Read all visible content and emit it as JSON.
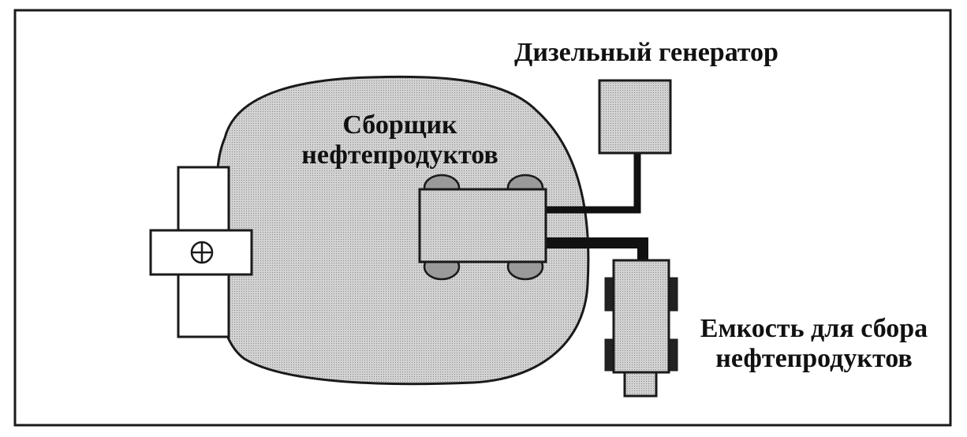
{
  "generator": {
    "label": "Дизельный генератор"
  },
  "collector": {
    "label_line1": "Сборщик",
    "label_line2": "нефтепродуктов"
  },
  "tank": {
    "label_line1": "Емкость для сбора",
    "label_line2": "нефтепродуктов"
  },
  "colors": {
    "frame": "#1a1a1a",
    "fill_gray": "#c8c8c8",
    "pipe": "#111111",
    "background": "#ffffff"
  }
}
